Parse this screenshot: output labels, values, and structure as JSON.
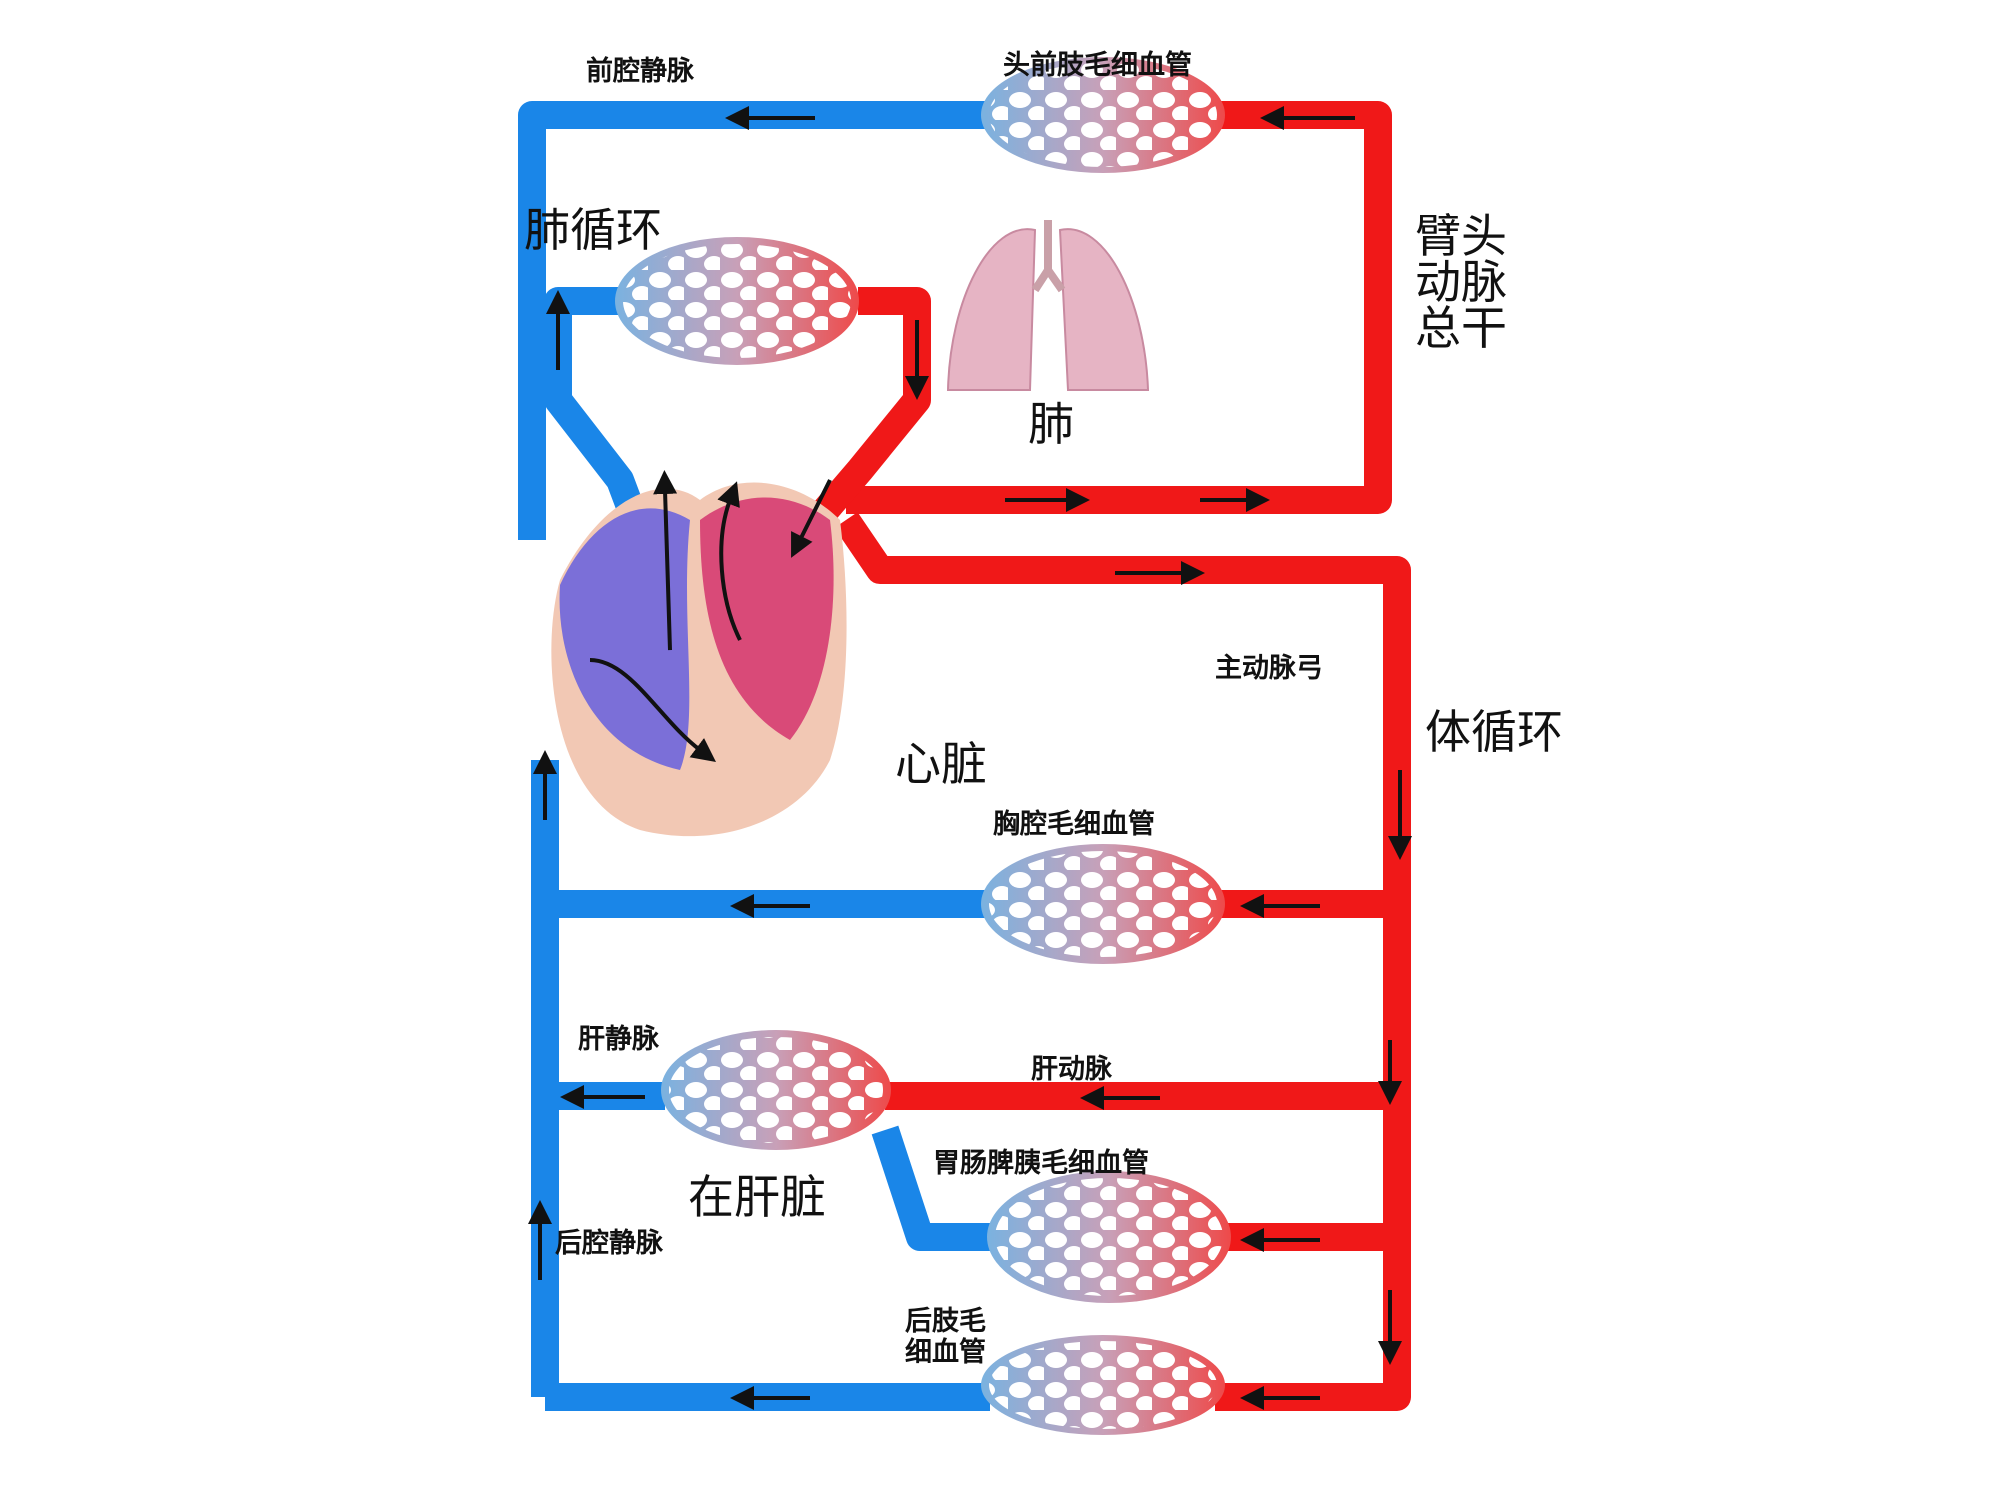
{
  "diagram": {
    "colors": {
      "vein": "#1a86e8",
      "artery": "#f01818",
      "arrow": "#111111"
    },
    "labels": {
      "anterior_vena_cava": "前腔静脉",
      "head_forelimb_capillaries": "头前肢毛细血管",
      "pulmonary_circulation": "肺循环",
      "lung": "肺",
      "brachiocephalic_trunk": "臂头动脉总干",
      "brachiocephalic_trunk_lines": [
        "臂头",
        "动脉",
        "总干"
      ],
      "aortic_arch": "主动脉弓",
      "systemic_circulation": "体循环",
      "heart": "心脏",
      "thoracic_capillaries": "胸腔毛细血管",
      "hepatic_vein": "肝静脉",
      "hepatic_artery": "肝动脉",
      "gi_spleen_pancreas_capillaries": "胃肠脾胰毛细血管",
      "in_liver": "在肝脏",
      "posterior_vena_cava": "后腔静脉",
      "hindlimb_capillaries_lines": [
        "后肢毛",
        "细血管"
      ]
    }
  }
}
